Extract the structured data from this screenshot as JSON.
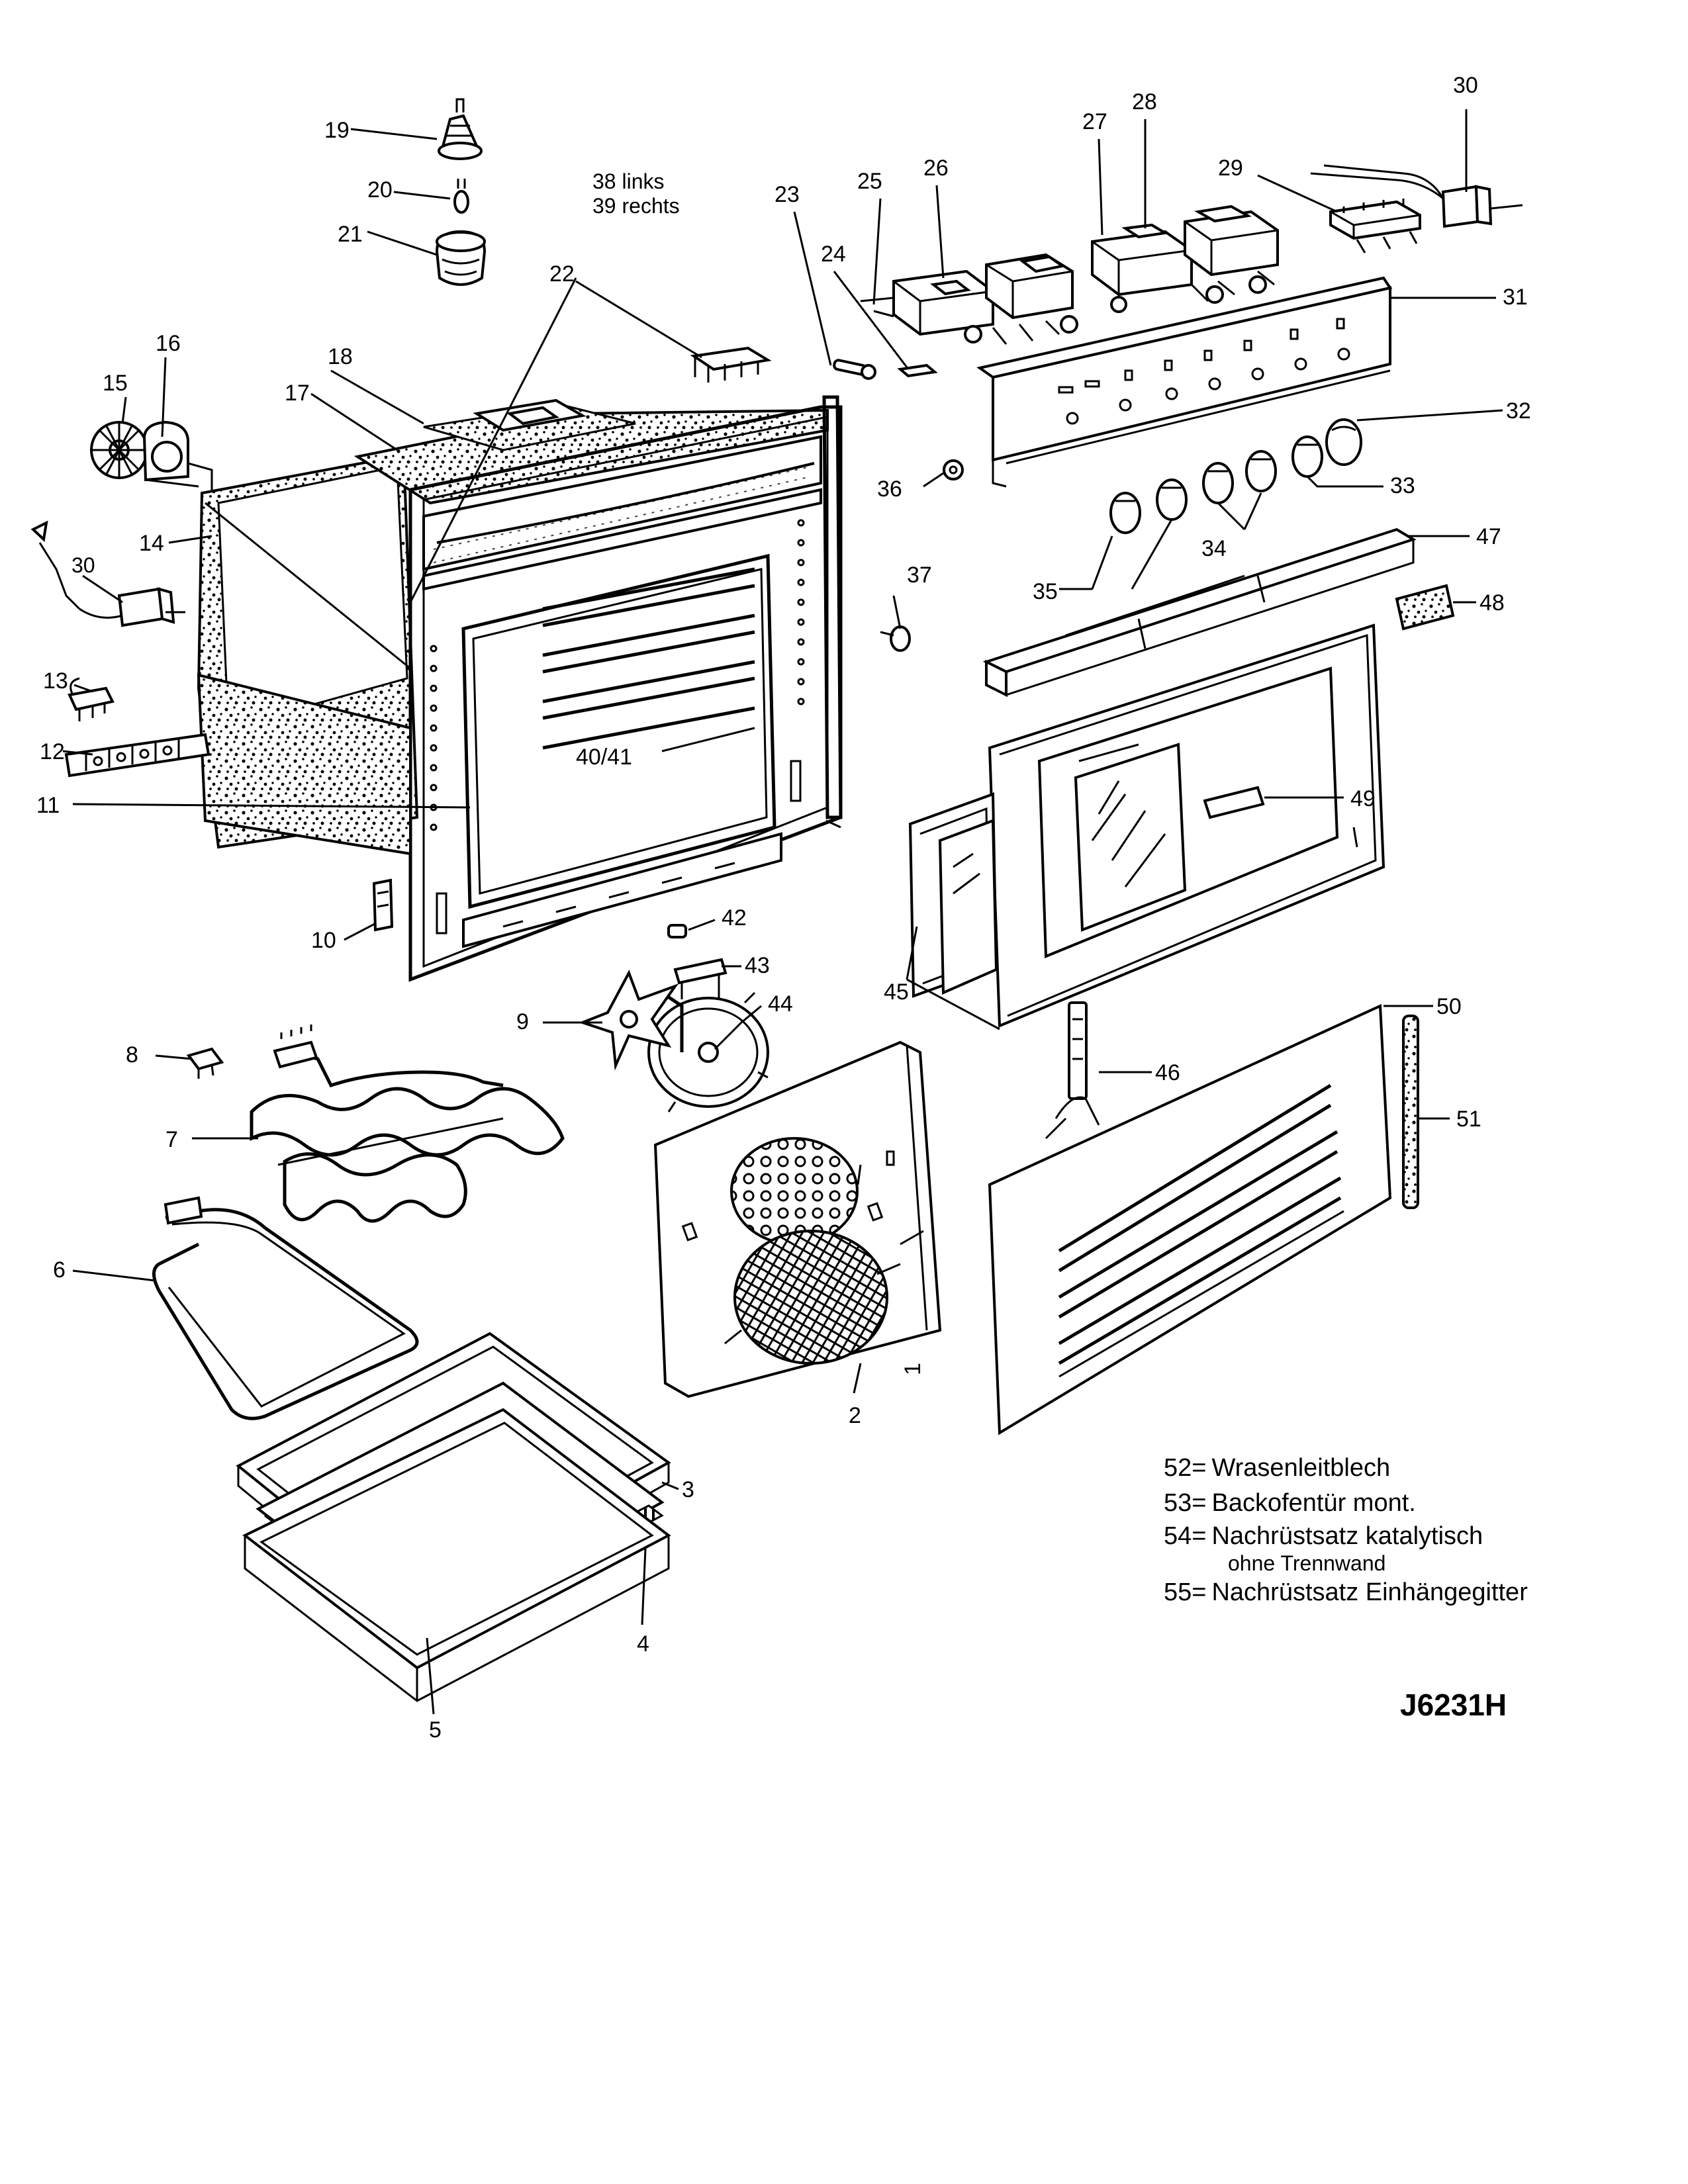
{
  "callouts": [
    {
      "id": "c19",
      "label": "19"
    },
    {
      "id": "c20",
      "label": "20"
    },
    {
      "id": "c21",
      "label": "21"
    },
    {
      "id": "c22",
      "label": "22"
    },
    {
      "id": "c23",
      "label": "23"
    },
    {
      "id": "c24",
      "label": "24"
    },
    {
      "id": "c25",
      "label": "25"
    },
    {
      "id": "c26",
      "label": "26"
    },
    {
      "id": "c27",
      "label": "27"
    },
    {
      "id": "c28",
      "label": "28"
    },
    {
      "id": "c29",
      "label": "29"
    },
    {
      "id": "c30a",
      "label": "30"
    },
    {
      "id": "c31",
      "label": "31"
    },
    {
      "id": "c32",
      "label": "32"
    },
    {
      "id": "c33",
      "label": "33"
    },
    {
      "id": "c34",
      "label": "34"
    },
    {
      "id": "c35",
      "label": "35"
    },
    {
      "id": "c36",
      "label": "36"
    },
    {
      "id": "c37",
      "label": "37"
    },
    {
      "id": "c47",
      "label": "47"
    },
    {
      "id": "c48",
      "label": "48"
    },
    {
      "id": "c49",
      "label": "49"
    },
    {
      "id": "c50",
      "label": "50"
    },
    {
      "id": "c51",
      "label": "51"
    },
    {
      "id": "c45",
      "label": "45"
    },
    {
      "id": "c46",
      "label": "46"
    },
    {
      "id": "c15",
      "label": "15"
    },
    {
      "id": "c16",
      "label": "16"
    },
    {
      "id": "c17",
      "label": "17"
    },
    {
      "id": "c18",
      "label": "18"
    },
    {
      "id": "c14",
      "label": "14"
    },
    {
      "id": "c30b",
      "label": "30"
    },
    {
      "id": "c13",
      "label": "13"
    },
    {
      "id": "c12",
      "label": "12"
    },
    {
      "id": "c11",
      "label": "11"
    },
    {
      "id": "c10",
      "label": "10"
    },
    {
      "id": "c4041",
      "label": "40/41"
    },
    {
      "id": "c42",
      "label": "42"
    },
    {
      "id": "c43",
      "label": "43"
    },
    {
      "id": "c44",
      "label": "44"
    },
    {
      "id": "c9",
      "label": "9"
    },
    {
      "id": "c8",
      "label": "8"
    },
    {
      "id": "c7",
      "label": "7"
    },
    {
      "id": "c6",
      "label": "6"
    },
    {
      "id": "c1",
      "label": "1"
    },
    {
      "id": "c2",
      "label": "2"
    },
    {
      "id": "c3",
      "label": "3"
    },
    {
      "id": "c4",
      "label": "4"
    },
    {
      "id": "c5",
      "label": "5"
    }
  ],
  "side_note": {
    "line1": "38 links",
    "line2": "39 rechts"
  },
  "legend": [
    {
      "id": "l52",
      "num": "52=",
      "text": "Wrasenleitblech"
    },
    {
      "id": "l53",
      "num": "53=",
      "text": "Backofentür mont."
    },
    {
      "id": "l54",
      "num": "54=",
      "text": "Nachrüstsatz katalytisch"
    },
    {
      "id": "l54b",
      "num": "",
      "text": "ohne Trennwand"
    },
    {
      "id": "l55",
      "num": "55=",
      "text": "Nachrüstsatz Einhängegitter"
    }
  ],
  "drawing_code": "J6231H"
}
